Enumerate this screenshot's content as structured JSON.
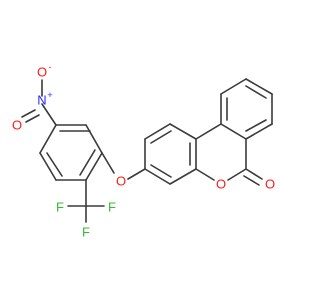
{
  "molecule": {
    "atoms": {
      "nitro_n": "N",
      "nitro_n_charge": "+",
      "nitro_o_top": "O",
      "nitro_o_top_charge": "-",
      "nitro_o_left": "O",
      "ether_o": "O",
      "ring_o": "O",
      "carbonyl_o": "O",
      "f1": "F",
      "f2": "F",
      "f3": "F"
    },
    "colors": {
      "bond": "#3a3a3a",
      "oxygen": "#ff1a1a",
      "nitrogen": "#2b2bff",
      "fluorine": "#33bb33"
    }
  }
}
